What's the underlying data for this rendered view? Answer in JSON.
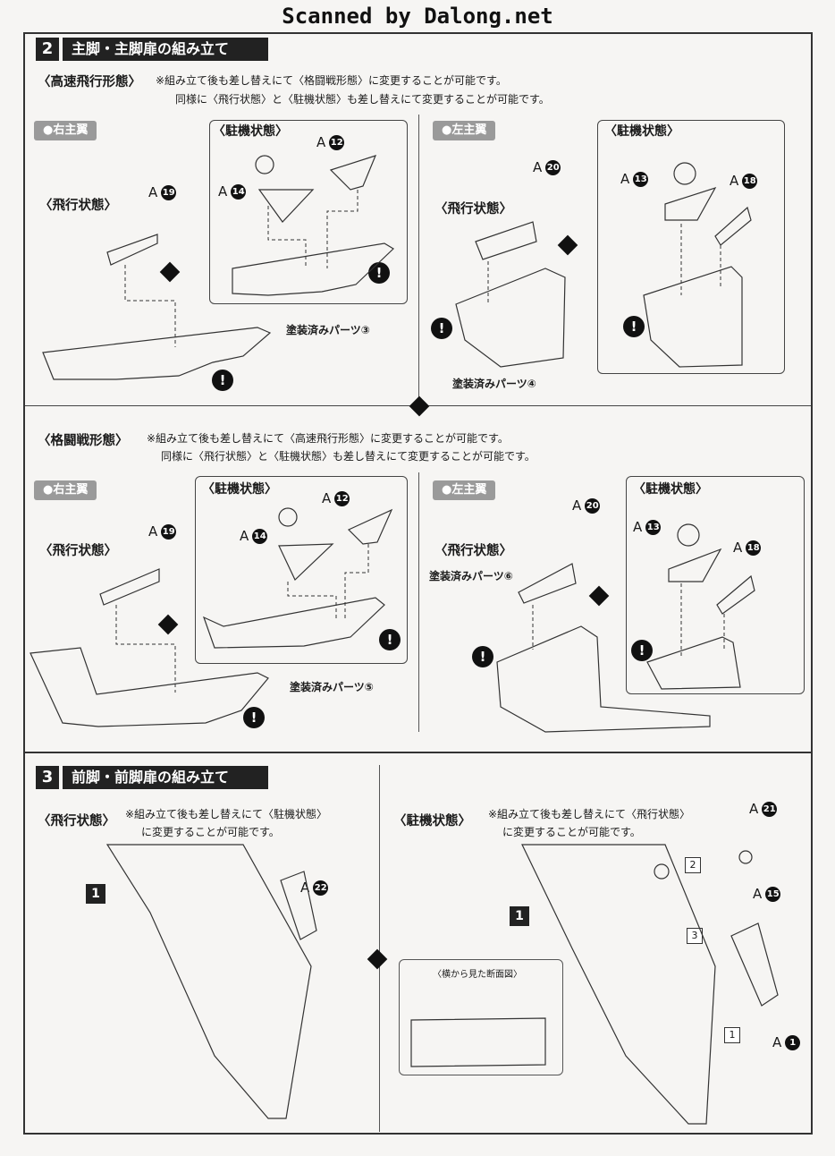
{
  "watermark": "Scanned by Dalong.net",
  "step2": {
    "number": "2",
    "title": "主脚・主脚扉の組み立て",
    "high_speed": {
      "mode": "〈高速飛行形態〉",
      "note1": "※組み立て後も差し替えにて〈格闘戦形態〉に変更することが可能です。",
      "note2": "同様に〈飛行状態〉と〈駐機状態〉も差し替えにて変更することが可能です。",
      "right": {
        "badge": "●右主翼",
        "flight": "〈飛行状態〉",
        "parked": "〈駐機状態〉",
        "letter": "A",
        "p19": "19",
        "p14": "14",
        "p12": "12",
        "painted": "塗装済みパーツ③"
      },
      "left": {
        "badge": "●左主翼",
        "flight": "〈飛行状態〉",
        "parked": "〈駐機状態〉",
        "letter": "A",
        "p20": "20",
        "p13": "13",
        "p18": "18",
        "painted": "塗装済みパーツ④"
      }
    },
    "dogfight": {
      "mode": "〈格闘戦形態〉",
      "note1": "※組み立て後も差し替えにて〈高速飛行形態〉に変更することが可能です。",
      "note2": "同様に〈飛行状態〉と〈駐機状態〉も差し替えにて変更することが可能です。",
      "right": {
        "badge": "●右主翼",
        "flight": "〈飛行状態〉",
        "parked": "〈駐機状態〉",
        "letter": "A",
        "p19": "19",
        "p14": "14",
        "p12": "12",
        "painted": "塗装済みパーツ⑤"
      },
      "left": {
        "badge": "●左主翼",
        "flight": "〈飛行状態〉",
        "parked": "〈駐機状態〉",
        "letter": "A",
        "p20": "20",
        "p13": "13",
        "p18": "18",
        "painted": "塗装済みパーツ⑥"
      }
    }
  },
  "step3": {
    "number": "3",
    "title": "前脚・前脚扉の組み立て",
    "flight": {
      "mode": "〈飛行状態〉",
      "note1": "※組み立て後も差し替えにて〈駐機状態〉",
      "note2": "に変更することが可能です。",
      "part_sq": "1",
      "letter": "A",
      "p22": "22"
    },
    "parked": {
      "mode": "〈駐機状態〉",
      "note1": "※組み立て後も差し替えにて〈飛行状態〉",
      "note2": "に変更することが可能です。",
      "part_sq": "1",
      "letter": "A",
      "p21": "21",
      "p15": "15",
      "p1": "1",
      "step_a": "2",
      "step_b": "3",
      "step_c": "1",
      "inset_label": "〈横から見た断面図〉"
    }
  },
  "caution_mark": "!"
}
